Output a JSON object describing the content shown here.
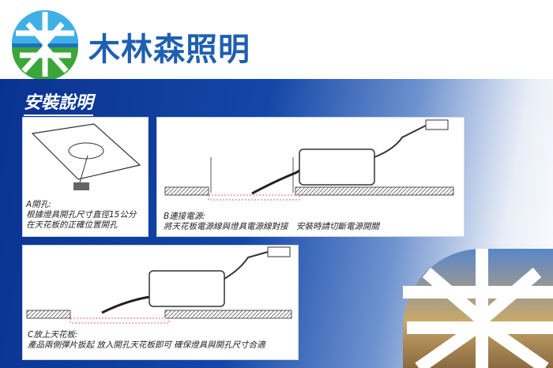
{
  "brand": {
    "name": "木林森照明"
  },
  "heading": "安裝說明",
  "steps": [
    {
      "title": "A開孔:",
      "lines": [
        "根據燈具開孔尺寸直徑15公分",
        "在天花板的正確位置開孔"
      ]
    },
    {
      "title": "B連接電源:",
      "lines": [
        "將天花板電源線與燈具電源線對接　安裝時請切斷電源開關"
      ]
    },
    {
      "title": "C放上天花板:",
      "lines": [
        "產品兩側彈片扳起 放入開孔天花板即可 確保燈具與開孔尺寸合適"
      ]
    }
  ],
  "colors": {
    "brand": "#1f5fb0",
    "bg_dark": "#0a3391"
  }
}
